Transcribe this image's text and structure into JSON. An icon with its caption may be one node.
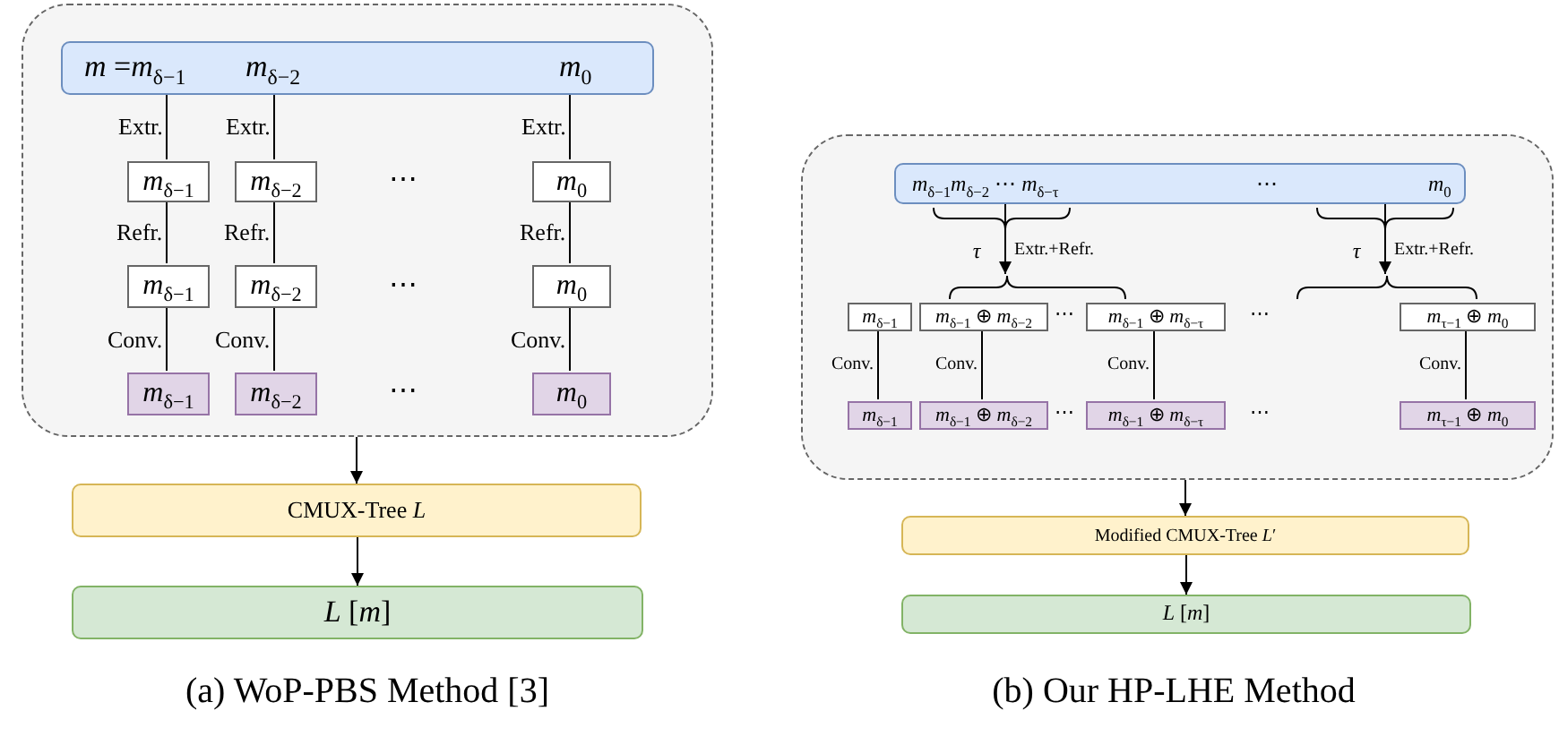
{
  "diagram": {
    "nodes": [
      {
        "text": [],
        "shape": "box"
      },
      {
        "text": [
          "*m* =*m*$_{δ−1}$",
          "*m*$_{δ−2}$",
          "*m*$_{0}$"
        ],
        "in": 0
      },
      {
        "text": [
          "*m*$_{δ−1}$"
        ],
        "in": 0
      },
      {
        "text": [
          "*m*$_{δ−2}$"
        ],
        "in": 0
      },
      {
        "text": [
          "*m*$_{0}$"
        ],
        "in": 0
      },
      {
        "text": [
          "*m*$_{δ−1}$"
        ],
        "in": 0
      },
      {
        "text": [
          "*m*$_{δ−2}$"
        ],
        "in": 0
      },
      {
        "text": [
          "*m*$_{0}$"
        ],
        "in": 0
      },
      {
        "text": [
          "*m*$_{δ−1}$"
        ],
        "in": 0
      },
      {
        "text": [
          "*m*$_{δ−2}$"
        ],
        "in": 0
      },
      {
        "text": [
          "*m*$_{0}$"
        ],
        "in": 0
      },
      {
        "text": [
          "CMUX-Tree *L*"
        ]
      },
      {
        "text": [
          "*L* [*m*]"
        ]
      },
      {
        "text": [],
        "shape": "box"
      },
      {
        "text": [
          "*m*$_{δ−1}$*m*$_{δ−2}$ ⋯ *m*$_{δ−τ}$",
          "⋯",
          "*m*$_{0}$"
        ],
        "in": 13
      },
      {
        "text": [
          "*m*$_{δ−1}$"
        ],
        "in": 13
      },
      {
        "text": [
          "*m*$_{δ−1}$ ⊕ *m*$_{δ−2}$"
        ],
        "in": 13
      },
      {
        "text": [
          "*m*$_{δ−1}$ ⊕ *m*$_{δ−τ}$"
        ],
        "in": 13
      },
      {
        "text": [
          "*m*$_{τ−1}$ ⊕ *m*$_{0}$"
        ],
        "in": 13
      },
      {
        "text": [
          "*m*$_{δ−1}$"
        ],
        "in": 13
      },
      {
        "text": [
          "*m*$_{δ−1}$ ⊕ *m*$_{δ−2}$"
        ],
        "in": 13
      },
      {
        "text": [
          "*m*$_{δ−1}$ ⊕ *m*$_{δ−τ}$"
        ],
        "in": 13
      },
      {
        "text": [
          "*m*$_{τ−1}$ ⊕ *m*$_{0}$"
        ],
        "in": 13
      },
      {
        "text": [
          "Modified CMUX-Tree *L*′"
        ]
      },
      {
        "text": [
          "*L* [*m*]"
        ]
      },
      {
        "text": [],
        "shape": "brace",
        "in": 13
      },
      {
        "text": [],
        "shape": "brace",
        "in": 13
      }
    ],
    "edges": [
      {
        "from": 1,
        "to": 2,
        "arrow": "none",
        "label": "Extr."
      },
      {
        "from": 1,
        "to": 3,
        "arrow": "none",
        "label": "Extr."
      },
      {
        "from": 1,
        "to": 4,
        "arrow": "none",
        "label": "Extr."
      },
      {
        "from": 2,
        "to": 5,
        "arrow": "none",
        "label": "Refr."
      },
      {
        "from": 3,
        "to": 6,
        "arrow": "none",
        "label": "Refr."
      },
      {
        "from": 4,
        "to": 7,
        "arrow": "none",
        "label": "Refr."
      },
      {
        "from": 5,
        "to": 8,
        "arrow": "none",
        "label": "Conv."
      },
      {
        "from": 6,
        "to": 9,
        "arrow": "none",
        "label": "Conv."
      },
      {
        "from": 7,
        "to": 10,
        "arrow": "none",
        "label": "Conv."
      },
      {
        "from": 0,
        "to": 11,
        "arrow": "to"
      },
      {
        "from": 11,
        "to": 12,
        "arrow": "to"
      },
      {
        "from": 14,
        "to": 25,
        "arrow": "to",
        "label": "Extr.+Refr."
      },
      {
        "from": 14,
        "to": 26,
        "arrow": "to",
        "label": "Extr.+Refr."
      },
      {
        "from": 15,
        "to": 19,
        "arrow": "none",
        "label": "Conv."
      },
      {
        "from": 16,
        "to": 20,
        "arrow": "none",
        "label": "Conv."
      },
      {
        "from": 17,
        "to": 21,
        "arrow": "none",
        "label": "Conv."
      },
      {
        "from": 18,
        "to": 22,
        "arrow": "none",
        "label": "Conv."
      },
      {
        "from": 13,
        "to": 23,
        "arrow": "to"
      },
      {
        "from": 23,
        "to": 24,
        "arrow": "to"
      }
    ],
    "labels": [
      "⋯",
      "⋯",
      "⋯",
      "τ",
      "τ",
      "⋯",
      "⋯",
      "⋯",
      "⋯",
      "(a) WoP-PBS Method [3]",
      "(b) Our HP-LHE Method"
    ]
  }
}
